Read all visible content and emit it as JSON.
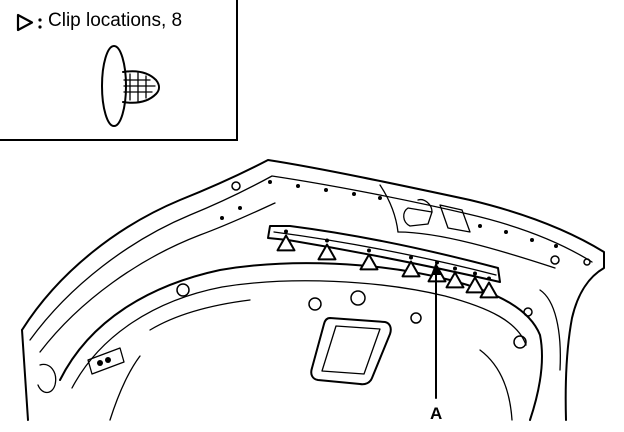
{
  "legend": {
    "symbol_icon": "triangle-marker-icon",
    "separator": ":",
    "text": "Clip locations, 8",
    "clip_icon": "clip-fastener-icon"
  },
  "diagram": {
    "part_icon": "tailgate-panel-icon",
    "trim_icon": "trim-strip-icon",
    "clip_marker_count": 8,
    "callout_label": "A",
    "colors": {
      "line": "#000000",
      "background": "#ffffff"
    }
  }
}
